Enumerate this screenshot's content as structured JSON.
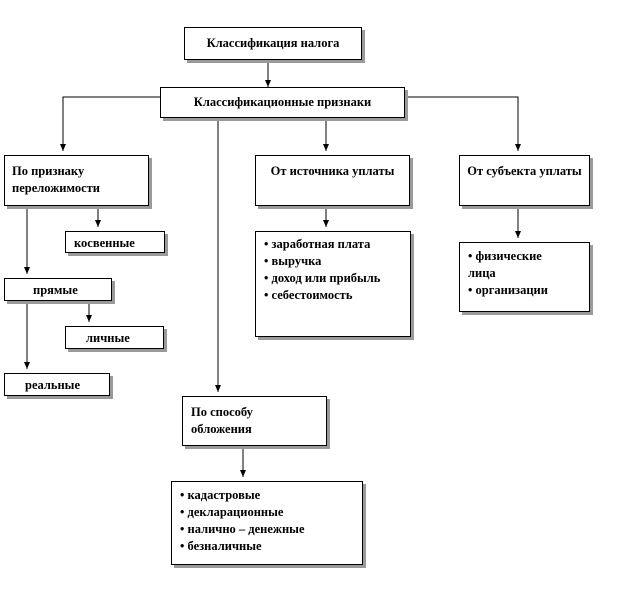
{
  "diagram": {
    "root": "Классификация налога",
    "criteria": "Классификационные признаки",
    "shifting": {
      "label": "По признаку переложимости",
      "indirect": "косвенные",
      "direct": "прямые",
      "personal": "личные",
      "real": "реальные"
    },
    "source": {
      "label": "От источника уплаты",
      "items": [
        "заработная плата",
        "выручка",
        "доход или прибыль",
        "себестоимость"
      ]
    },
    "subject": {
      "label": "От субъекта уплаты",
      "items": [
        "физические лица",
        "организации"
      ]
    },
    "method": {
      "label": "По способу обложения",
      "items": [
        "кадастровые",
        "декларационные",
        "налично – денежные",
        "безналичные"
      ]
    }
  }
}
